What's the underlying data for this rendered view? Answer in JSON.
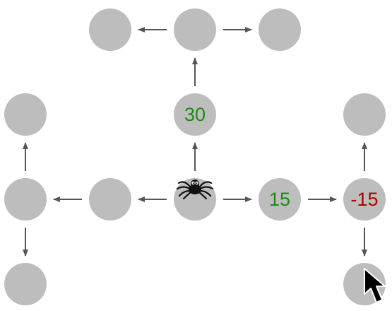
{
  "colors": {
    "node": "#bdbdbd",
    "arrow": "#555555",
    "positive_value": "#1e8a16",
    "negative_value": "#b00000"
  },
  "nodes": [
    {
      "id": "top-left",
      "value": ""
    },
    {
      "id": "top-center",
      "value": ""
    },
    {
      "id": "top-right",
      "value": ""
    },
    {
      "id": "upper-center",
      "value": "30",
      "sign": "pos"
    },
    {
      "id": "upper-left",
      "value": ""
    },
    {
      "id": "upper-right",
      "value": ""
    },
    {
      "id": "middle-far-left",
      "value": ""
    },
    {
      "id": "middle-left",
      "value": ""
    },
    {
      "id": "middle-center",
      "value": "",
      "occupant": "spider-icon"
    },
    {
      "id": "middle-right",
      "value": "15",
      "sign": "pos"
    },
    {
      "id": "middle-far-right",
      "value": "-15",
      "sign": "neg"
    },
    {
      "id": "bottom-left",
      "value": ""
    },
    {
      "id": "bottom-right",
      "value": ""
    }
  ],
  "edges": [
    {
      "from": "middle-center",
      "to": "upper-center"
    },
    {
      "from": "upper-center",
      "to": "top-center"
    },
    {
      "from": "top-center",
      "to": "top-left"
    },
    {
      "from": "top-center",
      "to": "top-right"
    },
    {
      "from": "middle-center",
      "to": "middle-left"
    },
    {
      "from": "middle-left",
      "to": "middle-far-left"
    },
    {
      "from": "middle-far-left",
      "to": "upper-left"
    },
    {
      "from": "middle-far-left",
      "to": "bottom-left"
    },
    {
      "from": "middle-center",
      "to": "middle-right"
    },
    {
      "from": "middle-right",
      "to": "middle-far-right"
    },
    {
      "from": "middle-far-right",
      "to": "upper-right"
    },
    {
      "from": "middle-far-right",
      "to": "bottom-right"
    }
  ],
  "icons": {
    "player": "spider-icon",
    "pointer": "mouse-cursor-icon"
  }
}
